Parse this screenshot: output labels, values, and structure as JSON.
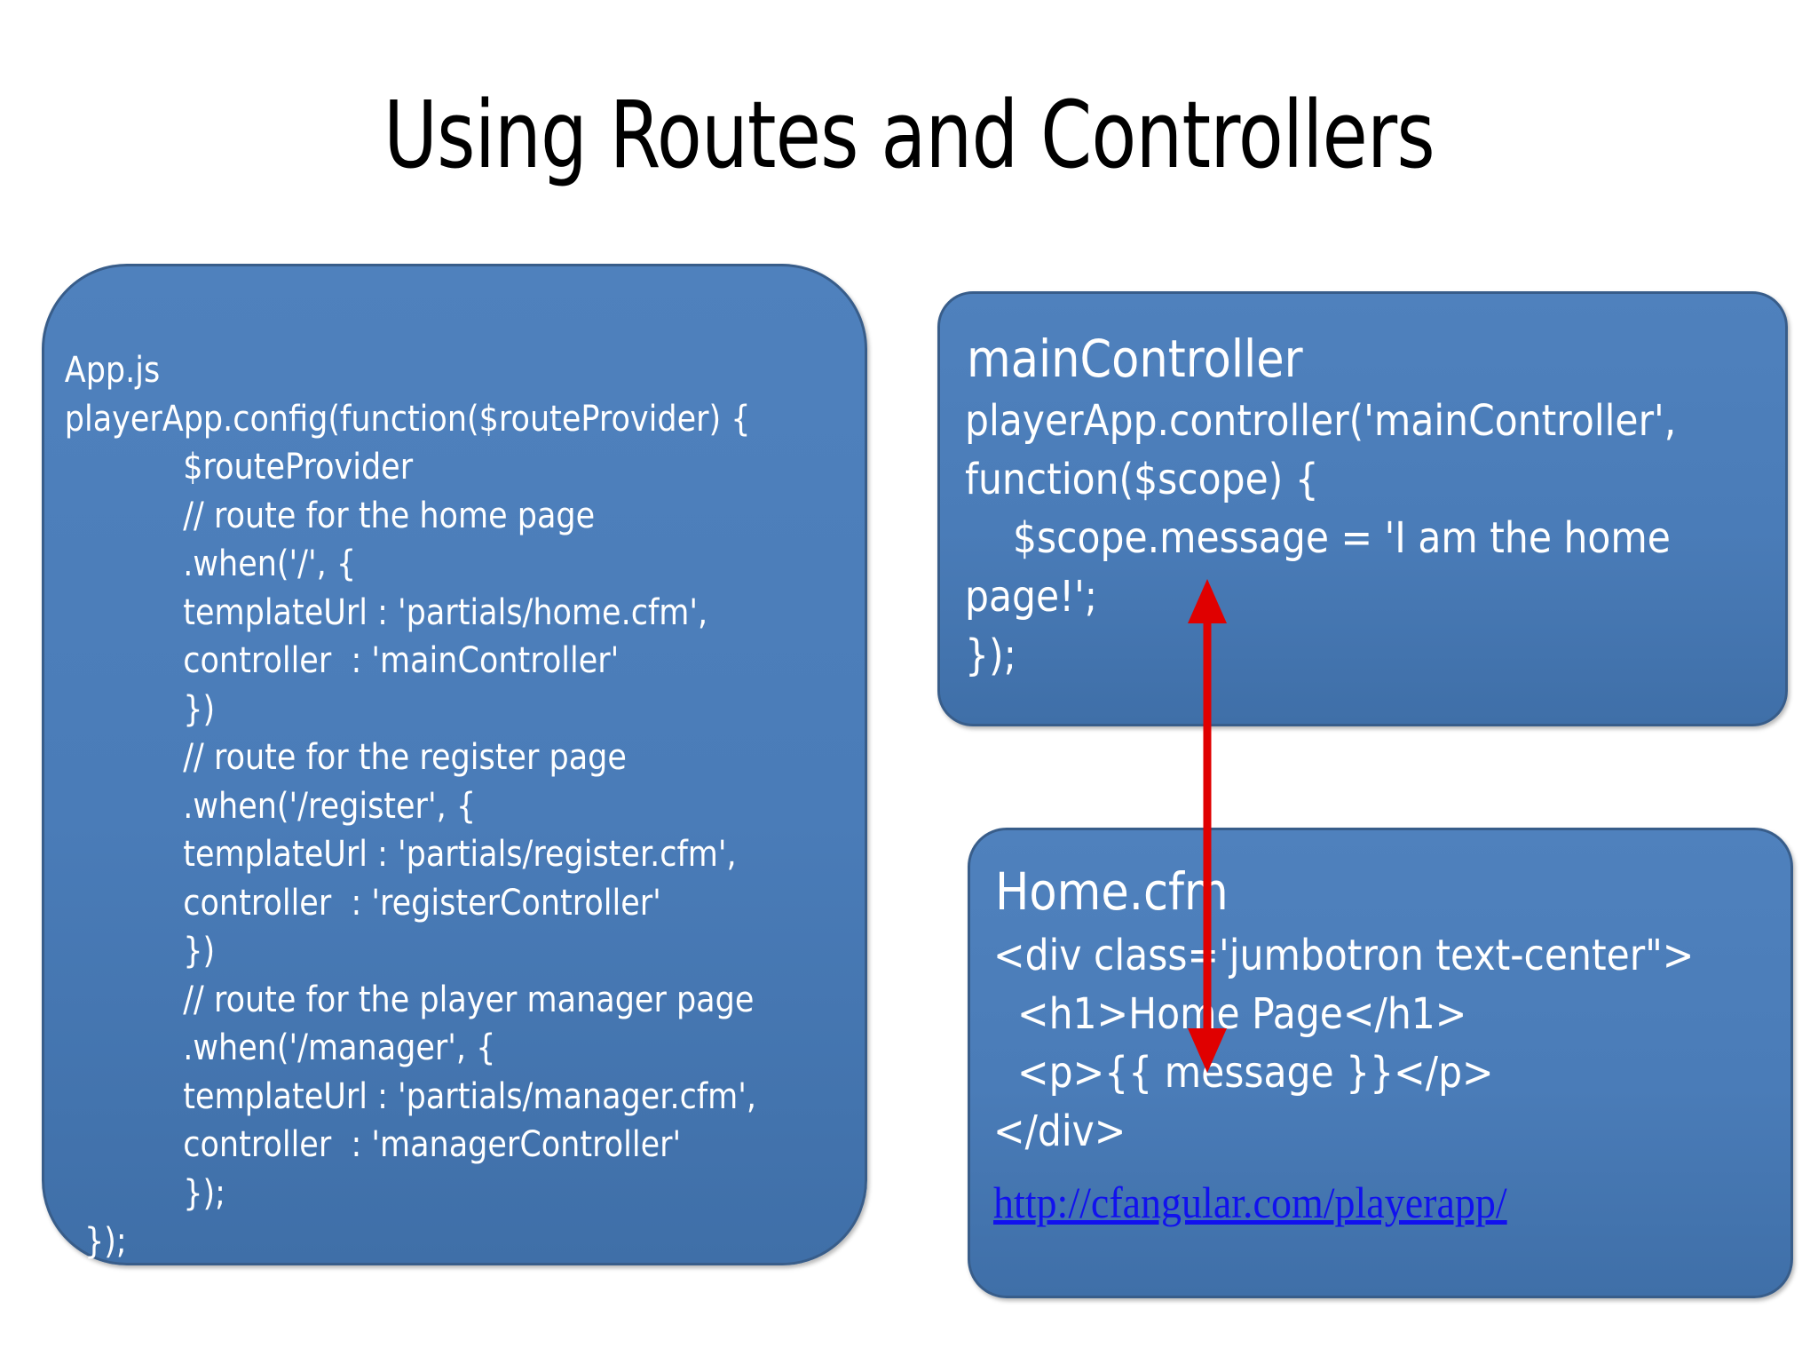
{
  "slide": {
    "title": "Using Routes and Controllers",
    "background_color": "#FFFFFF",
    "box_fill_color": "#4F81BD",
    "box_border_color": "#385D8A",
    "box_text_color": "#FFFFFF",
    "link_color": "#1111EE",
    "arrow_color": "#E00000"
  },
  "app_js_box": {
    "label": "App.js",
    "code": "App.js\nplayerApp.config(function($routeProvider) {\n            $routeProvider\n            // route for the home page\n            .when('/', {\n            templateUrl : 'partials/home.cfm',\n            controller  : 'mainController'\n            })\n            // route for the register page\n            .when('/register', {\n            templateUrl : 'partials/register.cfm',\n            controller  : 'registerController'\n            })\n            // route for the player manager page\n            .when('/manager', {\n            templateUrl : 'partials/manager.cfm',\n            controller  : 'managerController'\n            });\n  });"
  },
  "main_controller_box": {
    "heading": "mainController",
    "code": "playerApp.controller('mainController', function($scope) {\n    $scope.message = 'I am the home page!';\n});"
  },
  "home_cfm_box": {
    "heading": "Home.cfm",
    "code": "<div class='jumbotron text-center\">\n  <h1>Home Page</h1>\n  <p>{{ message }}</p>\n</div>",
    "link_text": "http://cfangular.com/playerapp/"
  },
  "arrow": {
    "name": "double-headed-arrow",
    "direction": "bidirectional-vertical"
  }
}
